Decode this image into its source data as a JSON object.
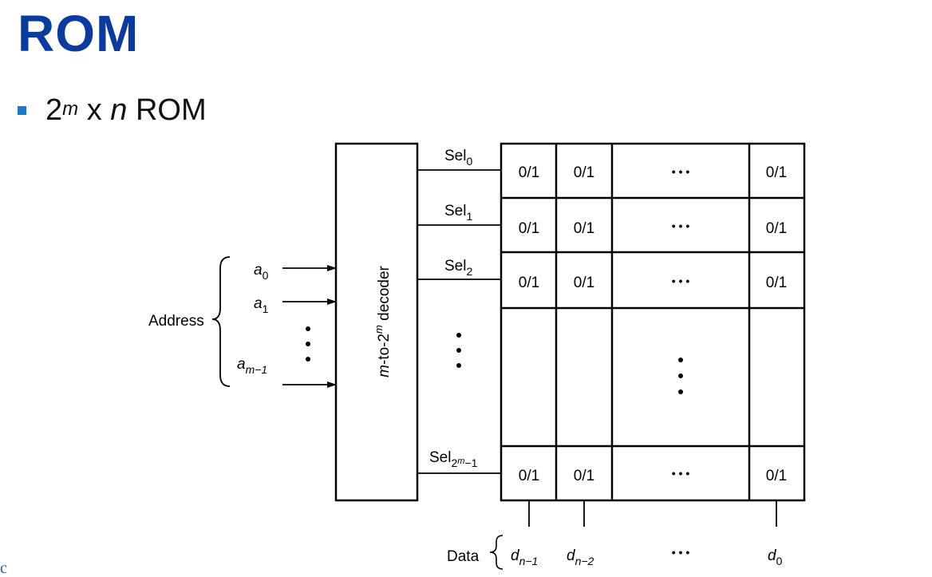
{
  "slide": {
    "title": "ROM",
    "bullet": {
      "prefix": "2",
      "exp": "m",
      "mid": " x ",
      "var": "n",
      "suffix": " ROM"
    },
    "corner_mark": "c"
  },
  "diagram": {
    "address_label": "Address",
    "inputs": [
      {
        "base": "a",
        "sub": "0"
      },
      {
        "base": "a",
        "sub": "1"
      },
      {
        "base": "a",
        "sub": "m−1"
      }
    ],
    "decoder": {
      "pre": "m",
      "mid": "-to-2",
      "sup": "m",
      "post": " decoder"
    },
    "select_lines": [
      {
        "base": "Sel",
        "sub": "0",
        "subsup": ""
      },
      {
        "base": "Sel",
        "sub": "1",
        "subsup": ""
      },
      {
        "base": "Sel",
        "sub": "2",
        "subsup": ""
      },
      {
        "base": "Sel",
        "sub": "2",
        "subsup": "m",
        "subtail": "−1"
      }
    ],
    "cell_value": "0/1",
    "ellipsis": "• • •",
    "data_label": "Data",
    "outputs": [
      {
        "base": "d",
        "sub": "n−1"
      },
      {
        "base": "d",
        "sub": "n−2"
      },
      {
        "base": "d",
        "sub": "0"
      }
    ]
  }
}
